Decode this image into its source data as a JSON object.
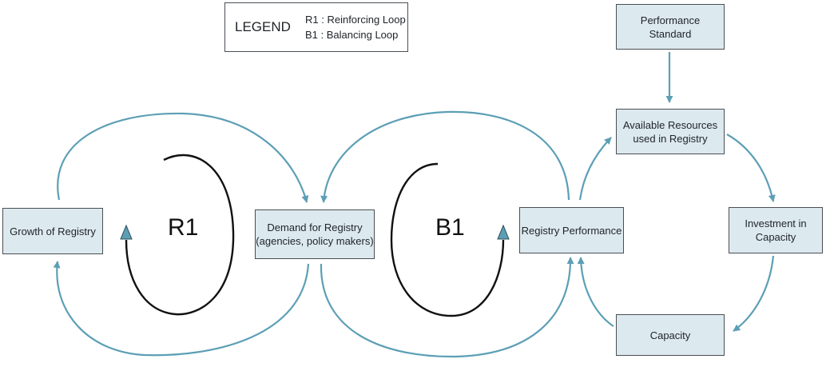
{
  "legend": {
    "title": "LEGEND",
    "items": [
      "R1 : Reinforcing Loop",
      "B1 : Balancing Loop"
    ]
  },
  "nodes": {
    "growth": [
      "Growth of Registry"
    ],
    "demand": [
      "Demand for Registry",
      "(agencies, policy makers)"
    ],
    "performance": [
      "Registry Performance"
    ],
    "standard": [
      "Performance",
      "Standard"
    ],
    "resources": [
      "Available Resources",
      "used in Registry"
    ],
    "investment": [
      "Investment in",
      "Capacity"
    ],
    "capacity": [
      "Capacity"
    ]
  },
  "loops": {
    "r1": "R1",
    "b1": "B1"
  },
  "colors": {
    "arrow": "#5c9fb5",
    "box_fill": "#dce9ef",
    "box_border": "#4a4f55",
    "loop": "#111111"
  }
}
